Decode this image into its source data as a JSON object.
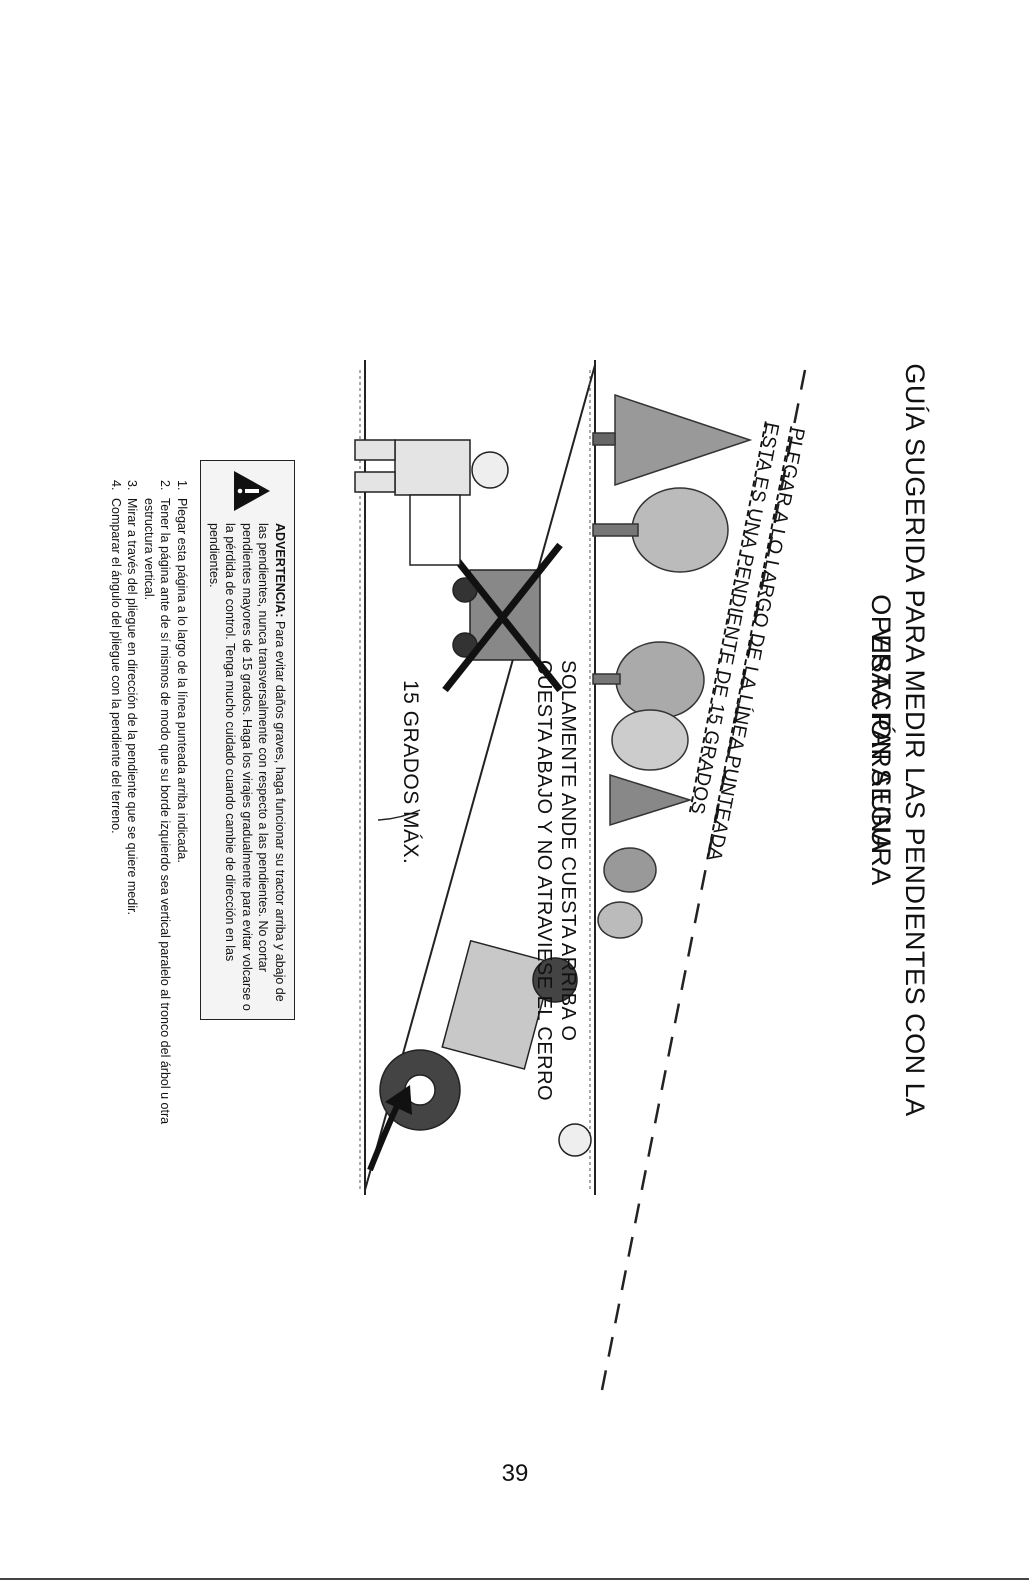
{
  "title": {
    "line1": "GUÍA SUGERIDA PARA MEDIR LAS PENDIENTES CON LA VISTA PARA UNA",
    "line2": "OPERACIÓN SEGURA"
  },
  "slope_line_text": {
    "line1": "PLEGAR A LO LARGO DE LA LÍNEA PUNTEADA",
    "line2": "ESTA ES UNA PENDIENTE DE 15 GRADOS"
  },
  "instruction": {
    "line1": "SOLAMENTE ANDE CUESTA ARRIBA O",
    "line2": "CUESTA ABAJO Y NO ATRAVIESE EL CERRO"
  },
  "degrees_label": "15 GRADOS MÁX.",
  "warning": {
    "label": "ADVERTENCIA:",
    "text": "Para evitar daños graves, haga funcionar su tractor arriba y abajo de las pendientes, nunca transversalmente con respecto a las pendientes. No cortar pendientes mayores de 15 grados. Haga los virajes gradualmente para evitar volcarse o la pérdida de control. Tenga mucho cuidado cuando cambie de dirección en las pendientes.",
    "icon": "warning-triangle-icon"
  },
  "steps": [
    {
      "num": "1.",
      "text": "Plegar esta página a lo largo de la línea punteada arriba indicada."
    },
    {
      "num": "2.",
      "text": "Tener la página ante de sí mismos de modo que su borde izquierdo sea vertical paralelo al tronco del árbol u otra estructura vertical."
    },
    {
      "num": "3.",
      "text": "Mirar a través del pliegue en dirección de la pendiente que se quiere medir."
    },
    {
      "num": "4.",
      "text": "Comparar el ángulo del pliegue con la pendiente del terreno."
    }
  ],
  "page_number": "39"
}
